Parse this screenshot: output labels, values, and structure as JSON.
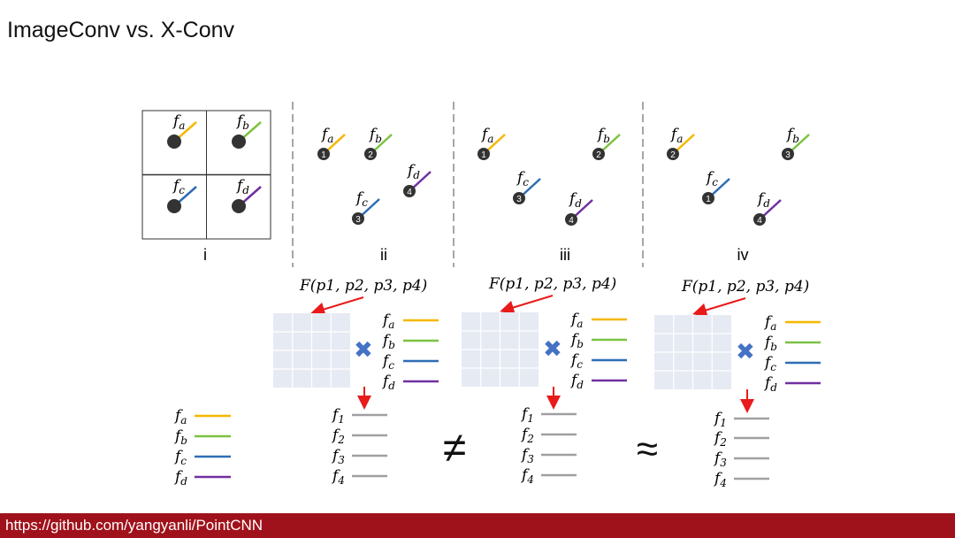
{
  "title": "ImageConv vs. X-Conv",
  "footer_url": "https://github.com/yangyanli/PointCNN",
  "panels": {
    "i": {
      "label": "i",
      "features": [
        "a",
        "b",
        "c",
        "d"
      ]
    },
    "ii": {
      "label": "ii",
      "point_numbers": [
        "1",
        "2",
        "3",
        "4"
      ],
      "feature_letters": [
        "a",
        "b",
        "c",
        "d"
      ]
    },
    "iii": {
      "label": "iii",
      "point_numbers": [
        "1",
        "2",
        "3",
        "4"
      ],
      "feature_letters": [
        "a",
        "b",
        "c",
        "d"
      ]
    },
    "iv": {
      "label": "iv",
      "point_numbers": [
        "2",
        "3",
        "1",
        "4"
      ],
      "feature_letters": [
        "a",
        "b",
        "c",
        "d"
      ]
    }
  },
  "matrix_function": "F(p1, p2, p3, p4)",
  "input_features": [
    "a",
    "b",
    "c",
    "d"
  ],
  "output_features": [
    "1",
    "2",
    "3",
    "4"
  ],
  "comparison_symbols": {
    "not_equal": "≠",
    "approx": "≈"
  },
  "multiply_symbol": "✖",
  "colors": {
    "fa": "#f5b800",
    "fb": "#7cc242",
    "fc": "#2e6db4",
    "fd": "#7030a0",
    "output": "#a0a0a0",
    "arrow": "#e81a1a",
    "matrix": "#e6eaf3",
    "footer": "#a0121b",
    "multiply": "#4472c4"
  }
}
